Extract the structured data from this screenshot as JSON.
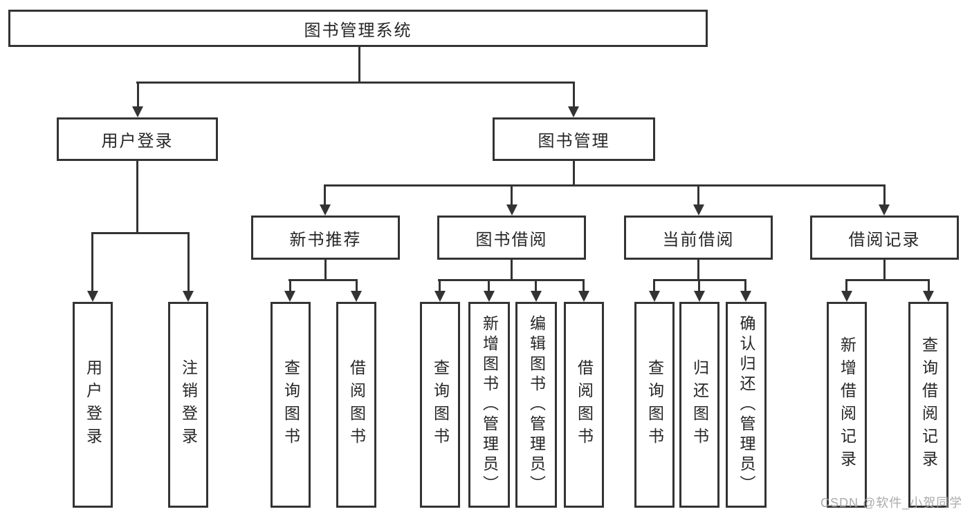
{
  "diagram": {
    "root": "图书管理系统",
    "level2": {
      "user_login": "用户登录",
      "book_management": "图书管理"
    },
    "level3": {
      "new_book_recommend": "新书推荐",
      "book_borrow": "图书借阅",
      "current_borrow": "当前借阅",
      "borrow_record": "借阅记录"
    },
    "leaves": {
      "user_login": "用户登录",
      "logout": "注销登录",
      "nb_query_book": "查询图书",
      "nb_borrow_book": "借阅图书",
      "bb_query_book": "查询图书",
      "bb_add_book_admin": "新增图书（管理员）",
      "bb_edit_book_admin": "编辑图书（管理员）",
      "bb_borrow_book": "借阅图书",
      "cb_query_book": "查询图书",
      "cb_return_book": "归还图书",
      "cb_confirm_return_admin": "确认归还（管理员）",
      "br_add_record": "新增借阅记录",
      "br_query_record": "查询借阅记录"
    },
    "watermark": "CSDN @软件_小贺同学",
    "colors": {
      "line": "#333333",
      "text": "#262626",
      "background": "#ffffff",
      "watermark": "#a2a2a2"
    }
  }
}
